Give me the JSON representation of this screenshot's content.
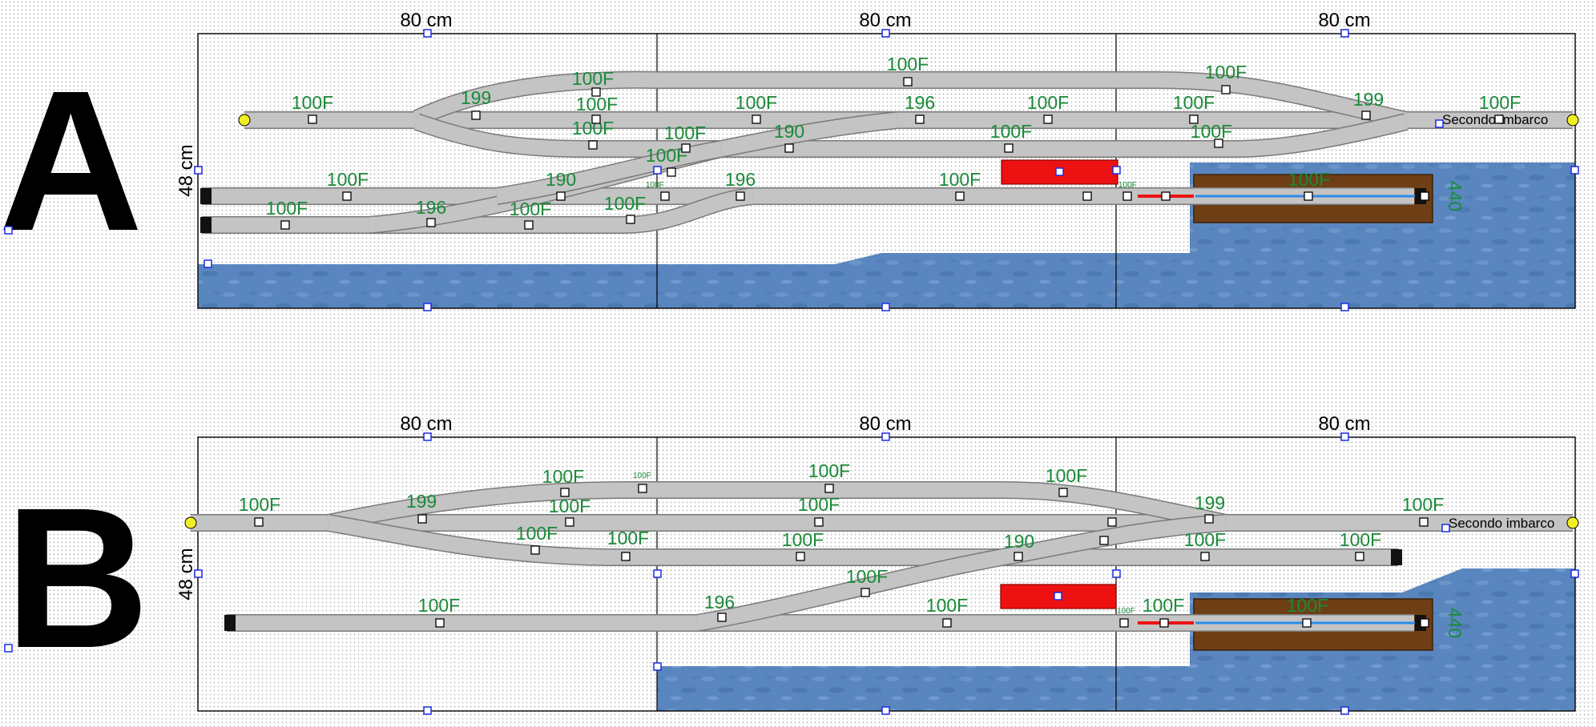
{
  "layouts": [
    {
      "letter": "A",
      "module_widths": [
        "80 cm",
        "80 cm",
        "80 cm"
      ],
      "depth": "48 cm",
      "station_label": "Secondo imbarco",
      "piece_codes": {
        "c1": "100F",
        "c2": "199",
        "c3": "100F",
        "c4": "100F",
        "c5": "100F",
        "c6": "100F",
        "c7": "196",
        "c8": "100F",
        "c9": "100F",
        "c10": "100F",
        "c11": "199",
        "c12": "100F",
        "c13": "100F",
        "c14": "100F",
        "c15": "190",
        "c16": "100F",
        "c17": "100F",
        "c18": "100F",
        "c19": "190",
        "c20": "100F",
        "c21": "196",
        "c22": "100F",
        "c23": "196",
        "c24": "100F",
        "c25": "100F",
        "c26": "100F",
        "c27": "440",
        "c28": "100F"
      }
    },
    {
      "letter": "B",
      "module_widths": [
        "80 cm",
        "80 cm",
        "80 cm"
      ],
      "depth": "48 cm",
      "station_label": "Secondo imbarco",
      "piece_codes": {
        "c1": "100F",
        "c2": "199",
        "c3": "100F",
        "c4": "100F",
        "c5": "100F",
        "c6": "100F",
        "c7": "100F",
        "c8": "199",
        "c9": "100F",
        "c10": "100F",
        "c11": "100F",
        "c12": "100F",
        "c13": "100F",
        "c14": "190",
        "c15": "100F",
        "c16": "100F",
        "c17": "100F",
        "c18": "196",
        "c19": "100F",
        "c20": "100F",
        "c21": "100F",
        "c22": "100F",
        "c23": "440",
        "c24": "100F"
      }
    }
  ],
  "colors": {
    "water": "#5a86bf",
    "track": "#c4c4c4",
    "code_text": "#1b8a3a",
    "dock": "#6e3e15",
    "platform": "#ee1111",
    "handle": "#1a2ae6"
  }
}
